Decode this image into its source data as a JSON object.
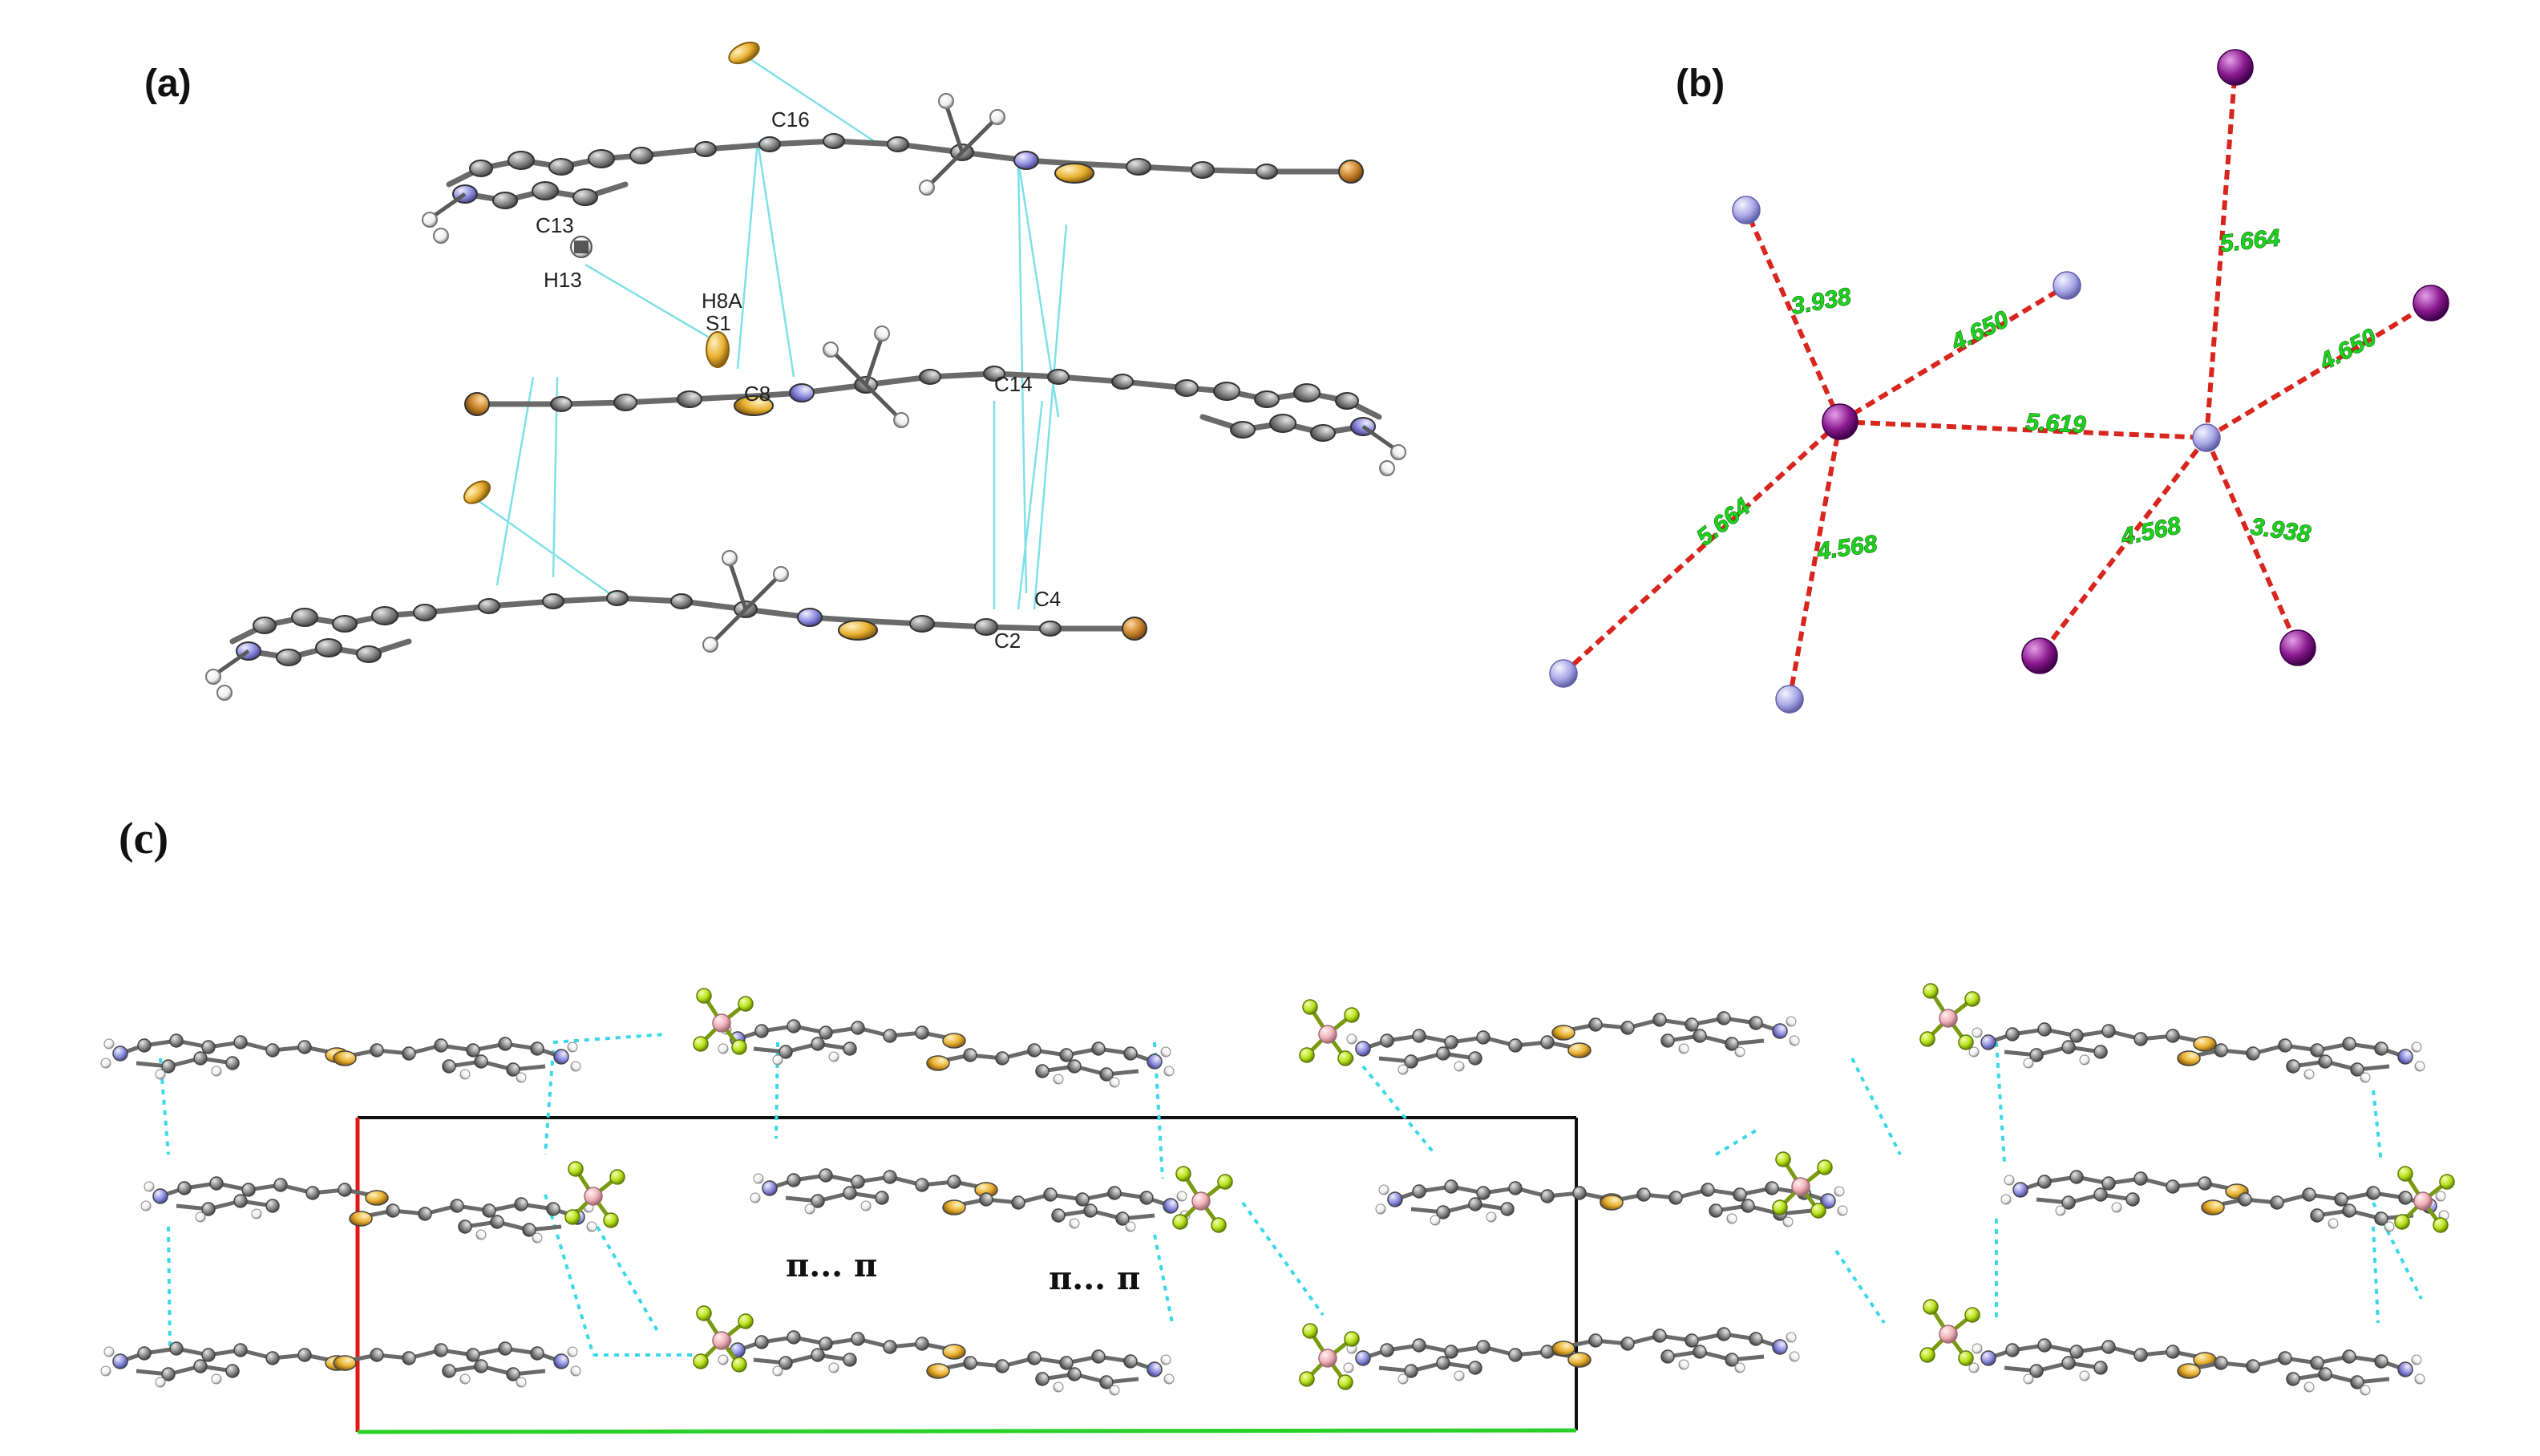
{
  "panels": {
    "a": {
      "label": "(a)"
    },
    "b": {
      "label": "(b)"
    },
    "c": {
      "label": "(c)"
    }
  },
  "panel_a_atom_labels": {
    "c16": "C16",
    "c13": "C13",
    "h13": "H13",
    "h8a": "H8A",
    "s1": "S1",
    "c8": "C8",
    "c14": "C14",
    "c4": "C4",
    "c2": "C2"
  },
  "panel_b_distances": {
    "d1": "3.938",
    "d2": "4.650",
    "d3": "5.619",
    "d4": "5.664",
    "d5": "4.568",
    "d6": "5.664",
    "d7": "4.650",
    "d8": "4.568",
    "d9": "3.938"
  },
  "panel_c_labels": {
    "pi1": "π... π",
    "pi2": "π... π"
  },
  "colors": {
    "carbon": "#8a8a8a",
    "nitrogen": "#8f8fe0",
    "sulfur": "#e8b030",
    "bromine": "#c9832b",
    "hydrogen": "#f2f2f2",
    "fluorine": "#b8e21c",
    "boron": "#f0b0b8",
    "contact": "#7fe0e8",
    "centroid_a": "#8a1a8f",
    "centroid_b": "#a9a9e8",
    "distance_line": "#d8261e",
    "distance_text": "#1fd11f"
  }
}
